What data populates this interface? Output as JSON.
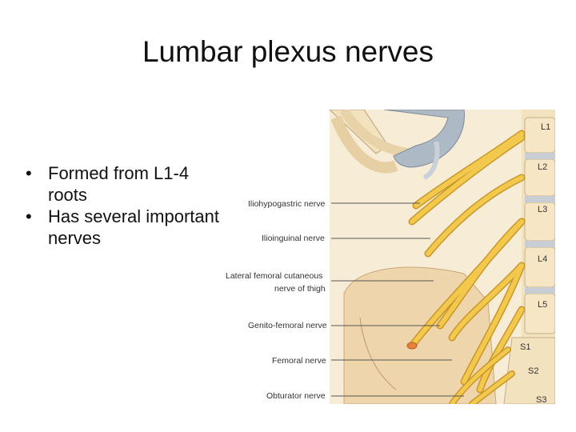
{
  "slide": {
    "title": "Lumbar plexus nerves",
    "bullets": [
      "Formed from L1-4 roots",
      "Has several important nerves"
    ]
  },
  "figure": {
    "nerve_labels": {
      "iliohypogastric": "Iliohypogastric nerve",
      "ilioinguinal": "Ilioinguinal nerve",
      "lateral_femoral_1": "Lateral femoral cutaneous",
      "lateral_femoral_2": "nerve of thigh",
      "genitofemoral": "Genito-femoral nerve",
      "femoral": "Femoral nerve",
      "obturator": "Obturator nerve"
    },
    "vertebra_labels": [
      "L1",
      "L2",
      "L3",
      "L4",
      "L5",
      "S1",
      "S2",
      "S3"
    ],
    "colors": {
      "nerve": "#f2c94c",
      "nerve_outline": "#c9962a",
      "muscle": "#f1dcb6",
      "bone": "#f3e2be",
      "cartilage": "#aeb9c6"
    }
  }
}
